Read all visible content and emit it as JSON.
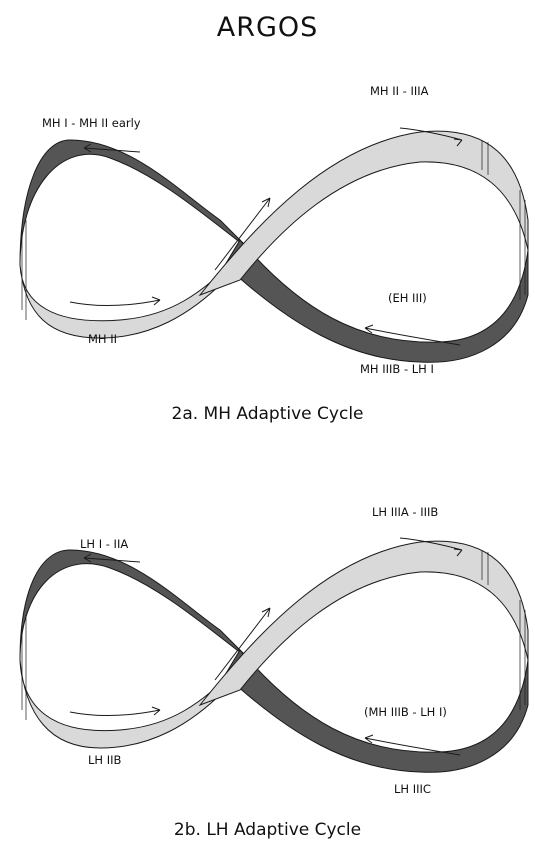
{
  "title": "ARGOS",
  "diagram_a": {
    "caption": "2a.  MH Adaptive Cycle",
    "labels": {
      "top_left": "MH I - MH II early",
      "top_right": "MH II - IIIA",
      "bottom_left": "MH II",
      "inner_right": "(EH III)",
      "bottom_right": "MH IIIB - LH I"
    }
  },
  "diagram_b": {
    "caption": "2b.  LH Adaptive Cycle",
    "labels": {
      "top_left": "LH I - IIA",
      "top_right": "LH IIIA - IIIB",
      "bottom_left": "LH IIB",
      "inner_right": "(MH IIIB - LH I)",
      "bottom_right": "LH IIIC"
    }
  },
  "colors": {
    "light_band": "#d9d9d9",
    "dark_band": "#555555",
    "outline": "#1a1a1a"
  }
}
